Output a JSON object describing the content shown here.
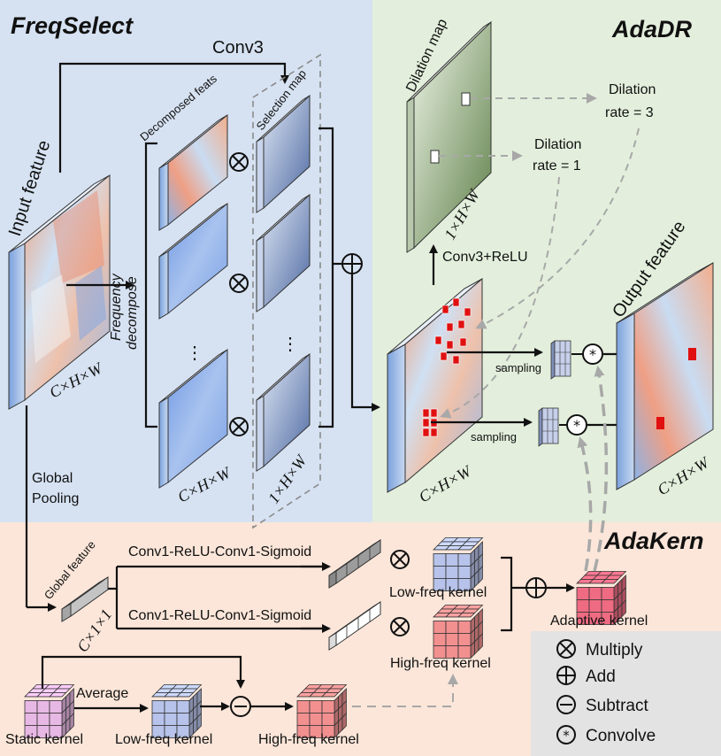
{
  "sections": {
    "freqselect": "FreqSelect",
    "adadr": "AdaDR",
    "adakern": "AdaKern"
  },
  "labels": {
    "conv3": "Conv3",
    "input_feature": "Input feature",
    "decomposed_feats": "Decomposed feats",
    "selection_map": "Selection map",
    "frequency": "Frequency",
    "decompose": "decompose",
    "chw": "C×H×W",
    "one_hw": "1×H×W",
    "dilation_map": "Dilation map",
    "dilation_rate_word": "Dilation",
    "rate3": "rate = 3",
    "rate1": "rate = 1",
    "conv3_relu": "Conv3+ReLU",
    "output_feature": "Output feature",
    "sampling": "sampling",
    "dots": "⋮",
    "global": "Global",
    "pooling": "Pooling",
    "global_feature": "Global feature",
    "c11": "C×1×1",
    "conv_chain": "Conv1-ReLU-Conv1-Sigmoid",
    "low_freq_kernel": "Low-freq kernel",
    "high_freq_kernel": "High-freq kernel",
    "adaptive_kernel": "Adaptive kernel",
    "static_kernel": "Static kernel",
    "average": "Average"
  },
  "legend": {
    "multiply": "Multiply",
    "add": "Add",
    "subtract": "Subtract",
    "convolve": "Convolve"
  },
  "colors": {
    "freqselect_bg": "#d6e2f2",
    "adadr_bg": "#e3efdc",
    "adakern_bg": "#fbe6d9",
    "legend_bg": "#e3e3e3",
    "kernel_pink": "#e8b8e4",
    "kernel_blue": "#b7c3ea",
    "kernel_red": "#f29090",
    "kernel_adaptive": "#ee6b82",
    "mask_red": "#e01010",
    "map_green": "#6f8f59"
  }
}
